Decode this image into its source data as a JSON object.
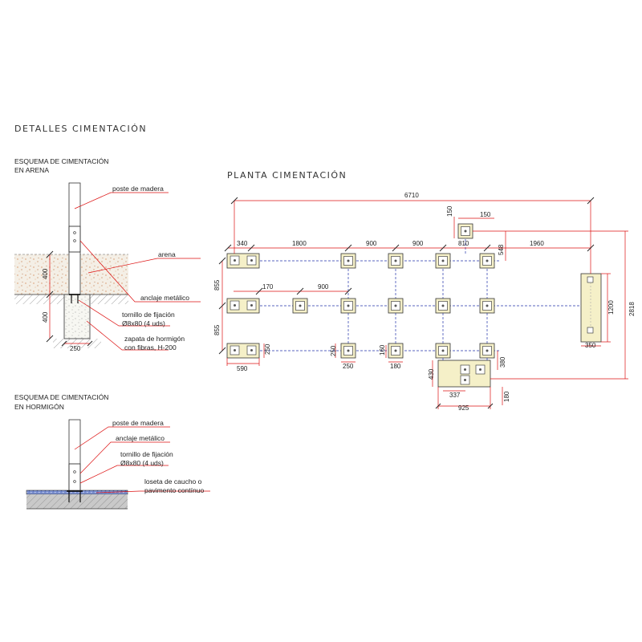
{
  "title": "DETALLES CIMENTACIÓN",
  "arena": {
    "heading_line1": "ESQUEMA DE CIMENTACIÓN",
    "heading_line2": "EN ARENA",
    "labels": {
      "poste": "poste de madera",
      "arena": "arena",
      "anclaje": "anclaje metálico",
      "tornillo1": "tornillo de fijación",
      "tornillo2": "Ø8x80 (4 uds)",
      "zapata1": "zapata de hormigón",
      "zapata2": "con fibras, H-200"
    },
    "dims": {
      "d400a": "400",
      "d400b": "400",
      "d250": "250"
    }
  },
  "hormigon": {
    "heading_line1": "ESQUEMA DE CIMENTACIÓN",
    "heading_line2": "EN HORMIGÓN",
    "labels": {
      "poste": "poste de madera",
      "anclaje": "anclaje metálico",
      "tornillo1": "tornillo de fijación",
      "tornillo2": "Ø8x80 (4 uds)",
      "loseta1": "loseta de caucho o",
      "loseta2": "pavimento contínuo"
    }
  },
  "plan": {
    "title": "PLANTA CIMENTACIÓN",
    "dims": {
      "total": "6710",
      "d340": "340",
      "d1800": "1800",
      "d900a": "900",
      "d900b": "900",
      "d810": "810",
      "d1960": "1960",
      "d150v": "150",
      "d150h": "150",
      "d548": "548",
      "d855a": "855",
      "d855b": "855",
      "d170": "170",
      "d900c": "900",
      "d1200": "1200",
      "d2818": "2818",
      "d350": "350",
      "d590": "590",
      "d250a": "250",
      "d250b": "250",
      "d250c": "250",
      "d160": "160",
      "d180a": "180",
      "d430": "430",
      "d337": "337",
      "d380": "380",
      "d925": "925",
      "d180b": "180"
    }
  },
  "colors": {
    "dimension": "#dd1111",
    "axis": "#2233aa",
    "pad": "#f5f0c8",
    "sand": "#e8b48a"
  }
}
